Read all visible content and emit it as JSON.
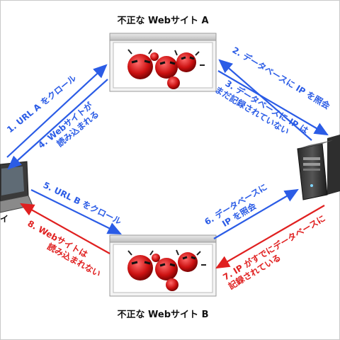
{
  "site_a": {
    "title": "不正な Webサイト A"
  },
  "site_b": {
    "title": "不正な Webサイト B"
  },
  "client": {
    "label_fragment": "イ"
  },
  "server": {
    "label_fragment": ""
  },
  "steps": {
    "s1": "1. URL A をクロール",
    "s2": "2. データベースに IP を照会",
    "s3_line1": "3. データベースに IP は",
    "s3_line2": "まだ記録されていない",
    "s4_line1": "4. Webサイトが",
    "s4_line2": "読み込まれる",
    "s5": "5. URL B をクロール",
    "s6_line1": "6. データベースに",
    "s6_line2": "IP を照会",
    "s7_line1": "7. IP がすでにデータベースに",
    "s7_line2": "記録されている",
    "s8_line1": "8. Webサイトは",
    "s8_line2": "読み込まれない"
  },
  "colors": {
    "blue": "#2b5ce6",
    "red": "#e02020",
    "malware_red": "#cc1111"
  },
  "icons": {
    "malware": "red-spiky-bug-icon",
    "client": "laptop-icon",
    "server": "server-tower-icon"
  }
}
